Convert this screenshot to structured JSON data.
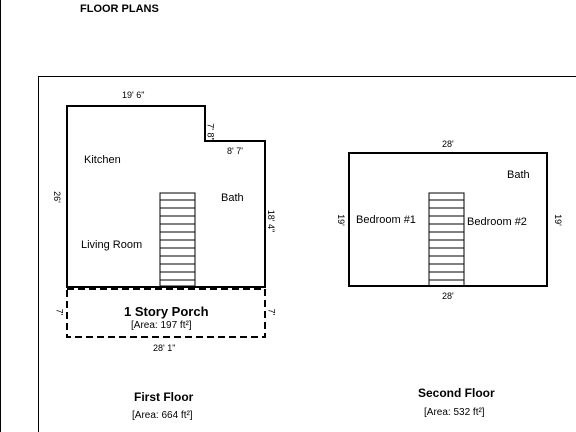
{
  "header": {
    "title": "FLOOR PLANS"
  },
  "first_floor": {
    "title": "First Floor",
    "area": "[Area: 664 ft²]",
    "rooms": {
      "kitchen": "Kitchen",
      "living_room": "Living Room",
      "bath": "Bath"
    },
    "dims": {
      "top": "19' 6\"",
      "notch_v": "7' 8\"",
      "notch_h": "8' 7'",
      "left": "26'",
      "right": "18' 4\""
    }
  },
  "porch": {
    "title": "1 Story Porch",
    "area": "[Area: 197 ft²]",
    "dims": {
      "bottom": "28' 1\"",
      "left": "7'",
      "right": "7'"
    }
  },
  "second_floor": {
    "title": "Second Floor",
    "area": "[Area: 532 ft²]",
    "rooms": {
      "bedroom1": "Bedroom #1",
      "bedroom2": "Bedroom #2",
      "bath": "Bath"
    },
    "dims": {
      "top": "28'",
      "bottom": "28'",
      "left": "19'",
      "right": "19'"
    }
  }
}
